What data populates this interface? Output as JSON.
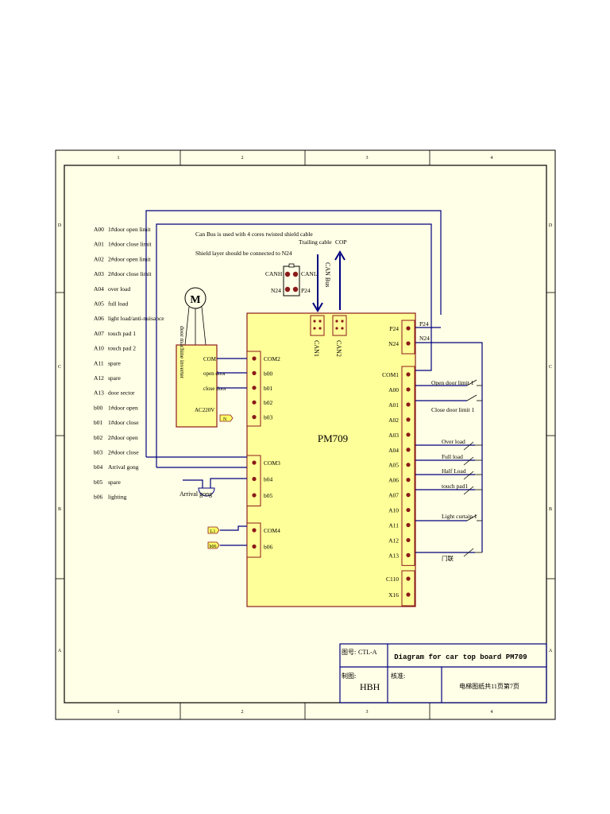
{
  "legend": [
    {
      "code": "A00",
      "desc": "1#door open limit"
    },
    {
      "code": "A01",
      "desc": "1#door close limit"
    },
    {
      "code": "A02",
      "desc": "2#door open limit"
    },
    {
      "code": "A03",
      "desc": "2#door close limit"
    },
    {
      "code": "A04",
      "desc": "over load"
    },
    {
      "code": "A05",
      "desc": "full load"
    },
    {
      "code": "A06",
      "desc": "light load/anti-nuisance"
    },
    {
      "code": "A07",
      "desc": "touch pad 1"
    },
    {
      "code": "A10",
      "desc": "touch pad 2"
    },
    {
      "code": "A11",
      "desc": "spare"
    },
    {
      "code": "A12",
      "desc": "spare"
    },
    {
      "code": "A13",
      "desc": "door sector"
    },
    {
      "code": "b00",
      "desc": "1#door open"
    },
    {
      "code": "b01",
      "desc": "1#door close"
    },
    {
      "code": "b02",
      "desc": "2#door open"
    },
    {
      "code": "b03",
      "desc": "2#door close"
    },
    {
      "code": "b04",
      "desc": "Arrival gong"
    },
    {
      "code": "b05",
      "desc": "spare"
    },
    {
      "code": "b06",
      "desc": "lighting"
    }
  ],
  "frame": {
    "cols": [
      "1",
      "2",
      "3",
      "4"
    ],
    "rows": [
      "D",
      "C",
      "B",
      "A"
    ]
  },
  "notes": {
    "canbus": "Can Bus is used with 4 cores twisted shield cable",
    "shield": "Shield layer should be connected to N24",
    "trailing": "Trailing cable",
    "cop": "COP",
    "canbus_vertical": "CAN Bus"
  },
  "can_connector": {
    "canh": "CANH",
    "canl": "CANL",
    "n24": "N24",
    "p24": "P24"
  },
  "motor": {
    "label": "M"
  },
  "inverter": {
    "title": "door machine inverter",
    "terminals": [
      "COM",
      "open door",
      "close door",
      "AC220V"
    ],
    "n_tag": "N"
  },
  "board": {
    "name": "PM709",
    "can_ports": [
      "CAN1",
      "CAN2"
    ],
    "left_group1": [
      "COM2",
      "b00",
      "b01",
      "b02",
      "b03"
    ],
    "left_group2": [
      "COM3",
      "b04",
      "b05"
    ],
    "left_group3": [
      "COM4",
      "b06"
    ],
    "right_power": [
      "P24",
      "N24"
    ],
    "right_inputs": [
      "COM1",
      "A00",
      "A01",
      "A02",
      "A03",
      "A04",
      "A05",
      "A06",
      "A07",
      "A10",
      "A11",
      "A12",
      "A13"
    ],
    "right_bottom": [
      "C110",
      "X16"
    ]
  },
  "power_labels": {
    "p24": "P24",
    "n24": "N24"
  },
  "switches": {
    "open_door_limit": "Open door limit 1",
    "close_door_limit": "Close door limit 1",
    "over_load": "Over load",
    "full_load": "Full load",
    "half_load": "Half Load",
    "touch_pad": "touch pad1",
    "light_curtain": "Light curtain 1",
    "door_lock": "门联"
  },
  "gong": {
    "label": "Arrival gong"
  },
  "tags": {
    "l1": "L1",
    "b06": "b06"
  },
  "title_block": {
    "drawing_no_label": "图号:",
    "drawing_no": "CTL-A",
    "title": "Diagram for car top board PM709",
    "drawn_label": "制图:",
    "drawn_by": "HBH",
    "checked_label": "核准:",
    "sheet_info": "电梯图纸共11页第7页"
  }
}
